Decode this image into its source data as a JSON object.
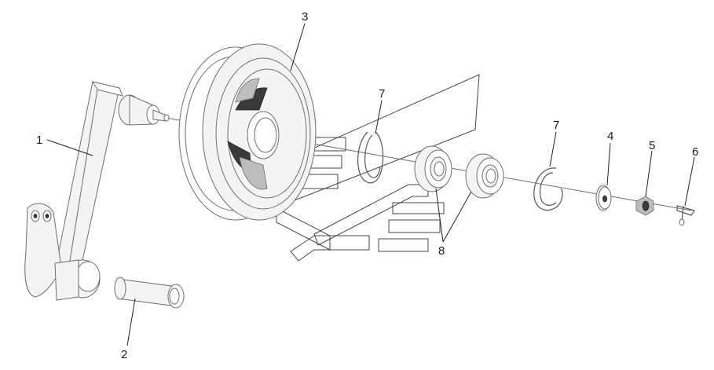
{
  "callouts": [
    {
      "id": "c1",
      "label": "1"
    },
    {
      "id": "c2",
      "label": "2"
    },
    {
      "id": "c3",
      "label": "3"
    },
    {
      "id": "c4",
      "label": "4"
    },
    {
      "id": "c5",
      "label": "5"
    },
    {
      "id": "c6",
      "label": "6"
    },
    {
      "id": "c7a",
      "label": "7"
    },
    {
      "id": "c7b",
      "label": "7"
    },
    {
      "id": "c8",
      "label": "8"
    }
  ],
  "colors": {
    "line": "#6e6e6e",
    "label": "#1a1a1a",
    "background": "#ffffff"
  }
}
